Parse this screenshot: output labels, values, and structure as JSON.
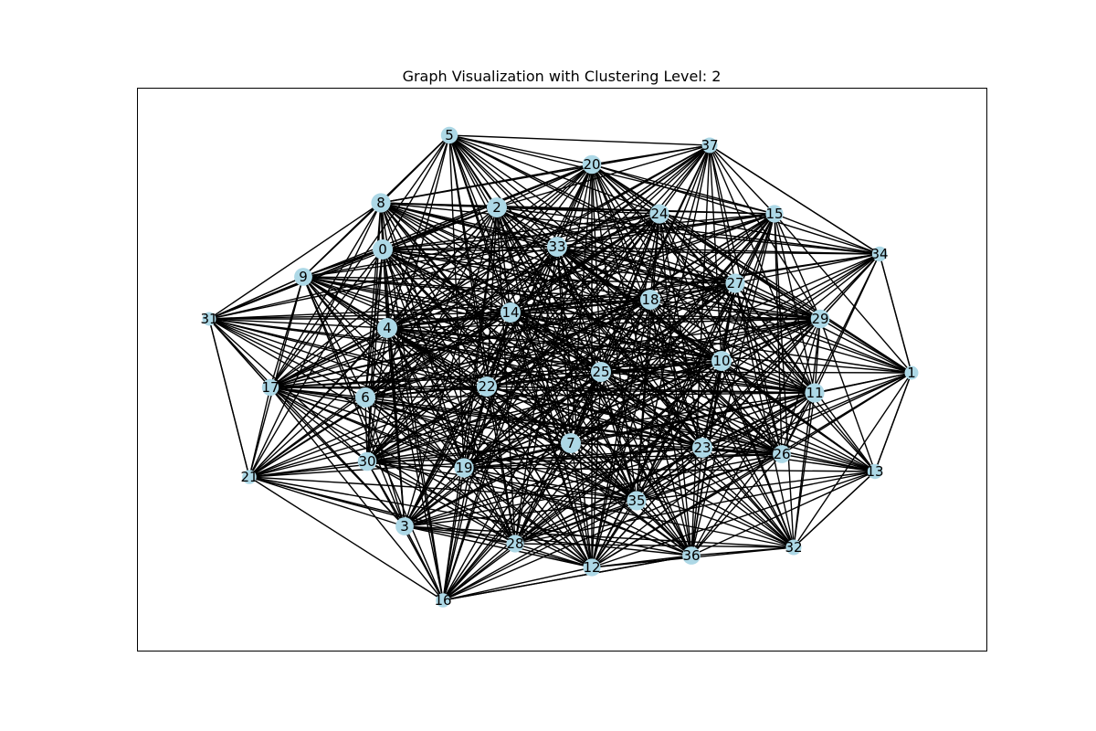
{
  "title": "Graph Visualization with Clustering Level: 2",
  "node_color": "#add8e6",
  "edge_color": "#000000",
  "nodes": [
    {
      "id": "0",
      "degree": 34
    },
    {
      "id": "1",
      "degree": 14
    },
    {
      "id": "2",
      "degree": 34
    },
    {
      "id": "3",
      "degree": 28
    },
    {
      "id": "4",
      "degree": 34
    },
    {
      "id": "5",
      "degree": 24
    },
    {
      "id": "6",
      "degree": 34
    },
    {
      "id": "7",
      "degree": 34
    },
    {
      "id": "8",
      "degree": 32
    },
    {
      "id": "9",
      "degree": 28
    },
    {
      "id": "10",
      "degree": 34
    },
    {
      "id": "11",
      "degree": 32
    },
    {
      "id": "12",
      "degree": 26
    },
    {
      "id": "13",
      "degree": 18
    },
    {
      "id": "14",
      "degree": 34
    },
    {
      "id": "15",
      "degree": 26
    },
    {
      "id": "16",
      "degree": 16
    },
    {
      "id": "17",
      "degree": 24
    },
    {
      "id": "18",
      "degree": 34
    },
    {
      "id": "19",
      "degree": 32
    },
    {
      "id": "20",
      "degree": 30
    },
    {
      "id": "21",
      "degree": 16
    },
    {
      "id": "22",
      "degree": 34
    },
    {
      "id": "23",
      "degree": 34
    },
    {
      "id": "24",
      "degree": 32
    },
    {
      "id": "25",
      "degree": 34
    },
    {
      "id": "26",
      "degree": 28
    },
    {
      "id": "27",
      "degree": 32
    },
    {
      "id": "28",
      "degree": 26
    },
    {
      "id": "29",
      "degree": 30
    },
    {
      "id": "30",
      "degree": 30
    },
    {
      "id": "31",
      "degree": 14
    },
    {
      "id": "32",
      "degree": 20
    },
    {
      "id": "33",
      "degree": 34
    },
    {
      "id": "34",
      "degree": 18
    },
    {
      "id": "35",
      "degree": 32
    },
    {
      "id": "36",
      "degree": 28
    },
    {
      "id": "37",
      "degree": 20
    }
  ]
}
